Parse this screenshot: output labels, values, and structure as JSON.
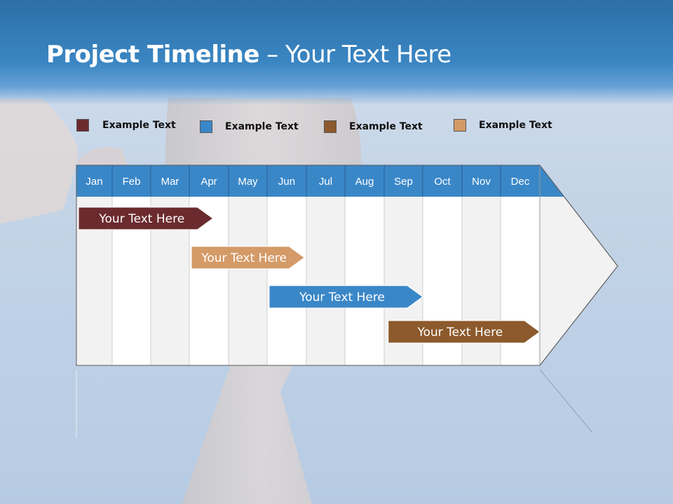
{
  "title": {
    "bold": "Project Timeline",
    "rest": " – Your Text Here"
  },
  "legend": [
    {
      "label": "Example Text",
      "color": "#6b2b2e"
    },
    {
      "label": "Example Text",
      "color": "#3a87c8"
    },
    {
      "label": "Example Text",
      "color": "#8c5a2c"
    },
    {
      "label": "Example Text",
      "color": "#d49a67"
    }
  ],
  "months": [
    "Jan",
    "Feb",
    "Mar",
    "Apr",
    "May",
    "Jun",
    "Jul",
    "Aug",
    "Sep",
    "Oct",
    "Nov",
    "Dec"
  ],
  "bars": [
    {
      "label": "Your  Text Here",
      "start": 0,
      "end": 3.6,
      "color": "#6b2b2e"
    },
    {
      "label": "Your  Text Here",
      "start": 3.0,
      "end": 5.95,
      "color": "#d49a67"
    },
    {
      "label": "Your  Text Here",
      "start": 5.0,
      "end": 9.0,
      "color": "#3a87c8"
    },
    {
      "label": "Your  Text Here",
      "start": 8.05,
      "end": 12.0,
      "color": "#8c5a2c"
    }
  ],
  "colors": {
    "header_blue": "#3a87c8",
    "band_light": "#f2f2f2",
    "band_white": "#ffffff"
  }
}
